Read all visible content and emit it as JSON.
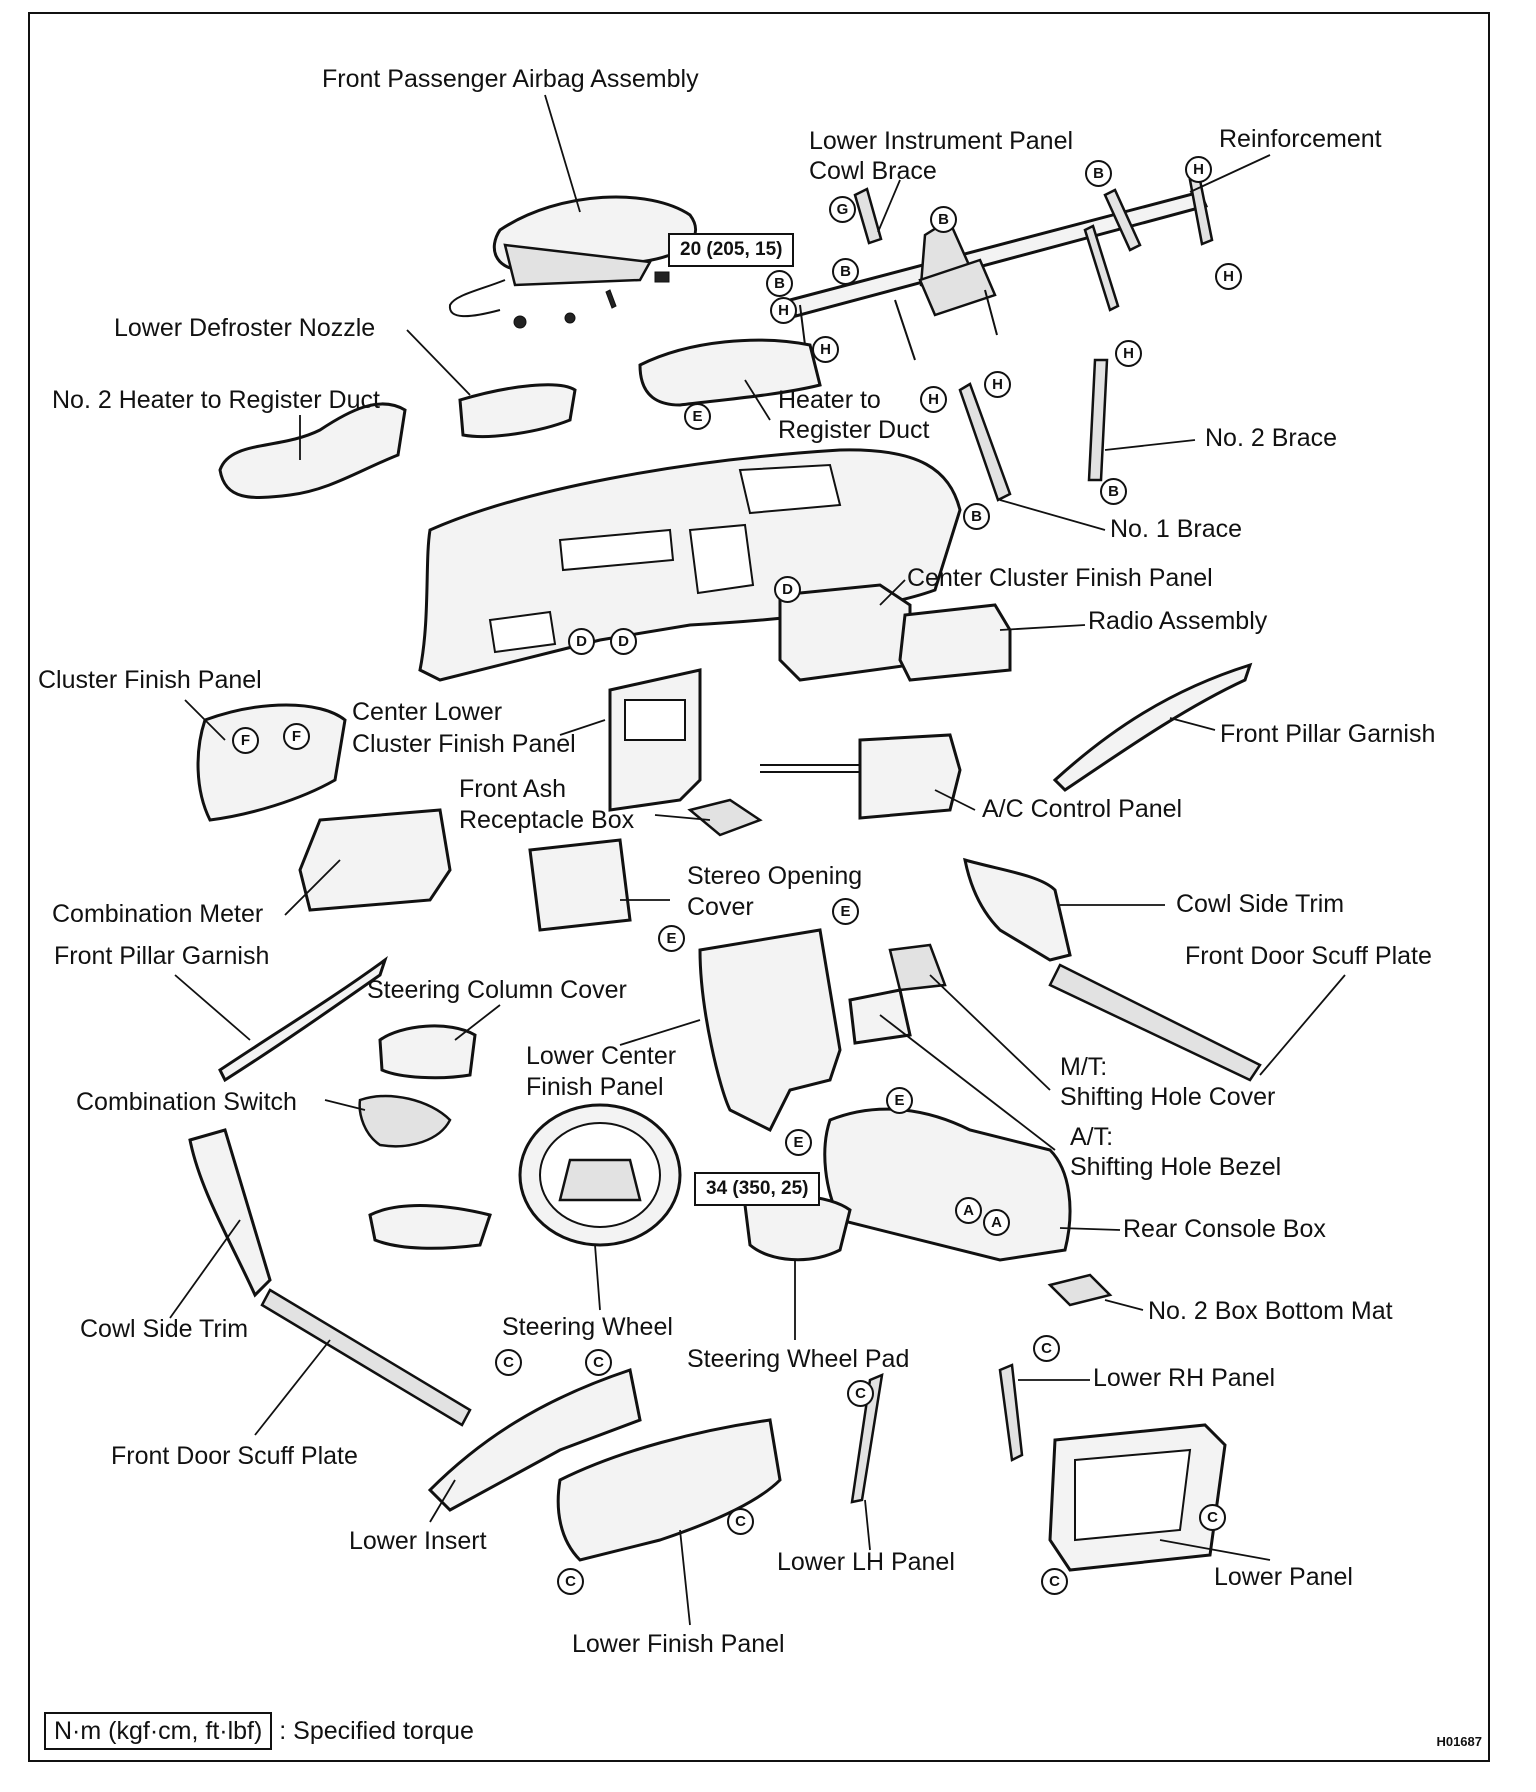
{
  "labels": {
    "front_passenger_airbag": "Front Passenger Airbag Assembly",
    "lower_ip_cowl_brace_1": "Lower Instrument Panel",
    "lower_ip_cowl_brace_2": "Cowl Brace",
    "reinforcement": "Reinforcement",
    "lower_defroster_nozzle": "Lower Defroster Nozzle",
    "no2_heater_duct": "No. 2 Heater to Register Duct",
    "heater_duct_1": "Heater to",
    "heater_duct_2": "Register Duct",
    "no2_brace": "No. 2 Brace",
    "no1_brace": "No. 1 Brace",
    "center_cluster_finish_panel": "Center Cluster Finish Panel",
    "radio_assembly": "Radio Assembly",
    "cluster_finish_panel": "Cluster Finish Panel",
    "center_lower_cluster_1": "Center Lower",
    "center_lower_cluster_2": "Cluster Finish Panel",
    "front_pillar_garnish_r": "Front Pillar Garnish",
    "front_ash_1": "Front Ash",
    "front_ash_2": "Receptacle Box",
    "ac_control_panel": "A/C Control Panel",
    "combination_meter": "Combination Meter",
    "stereo_opening_1": "Stereo Opening",
    "stereo_opening_2": "Cover",
    "cowl_side_trim_r": "Cowl Side Trim",
    "front_pillar_garnish_l": "Front Pillar Garnish",
    "front_door_scuff_r": "Front Door Scuff Plate",
    "steering_column_cover": "Steering Column Cover",
    "lower_center_finish_1": "Lower Center",
    "lower_center_finish_2": "Finish Panel",
    "mt_1": "M/T:",
    "mt_2": "Shifting Hole Cover",
    "combination_switch": "Combination Switch",
    "at_1": "A/T:",
    "at_2": "Shifting Hole Bezel",
    "rear_console_box": "Rear Console Box",
    "cowl_side_trim_l": "Cowl Side Trim",
    "steering_wheel": "Steering Wheel",
    "no2_box_bottom_mat": "No. 2 Box Bottom Mat",
    "steering_wheel_pad": "Steering Wheel Pad",
    "lower_rh_panel": "Lower RH Panel",
    "front_door_scuff_l": "Front Door Scuff Plate",
    "lower_insert": "Lower Insert",
    "lower_lh_panel": "Lower LH Panel",
    "lower_panel": "Lower Panel",
    "lower_finish_panel": "Lower Finish Panel"
  },
  "torque": {
    "airbag": "20 (205, 15)",
    "steering_wheel": "34 (350, 25)"
  },
  "clip_letters": {
    "A": "A",
    "B": "B",
    "C": "C",
    "D": "D",
    "E": "E",
    "F": "F",
    "G": "G",
    "H": "H"
  },
  "legend": {
    "unit": "N·m (kgf·cm, ft·lbf)",
    "text": ": Specified torque"
  },
  "figure_code": "H01687"
}
